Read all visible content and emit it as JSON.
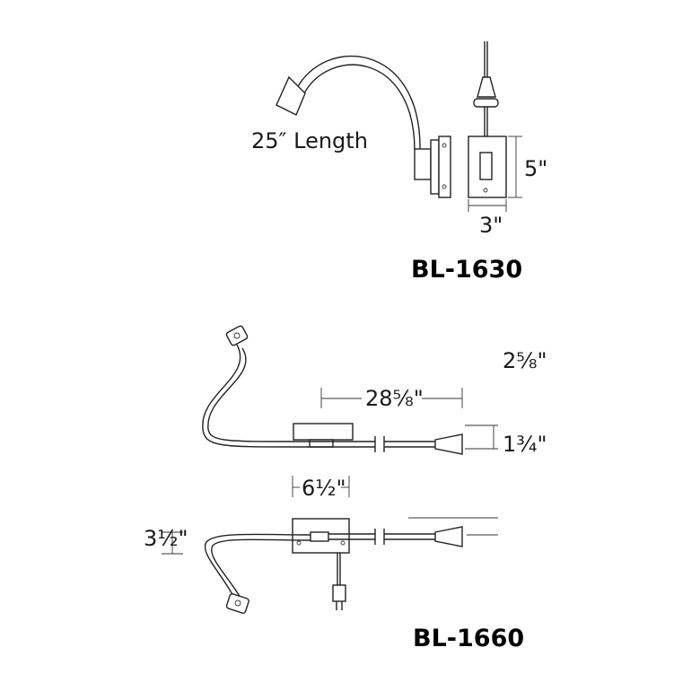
{
  "top_product": {
    "length_label": "25″ Length",
    "height_label": "5\"",
    "width_label": "3\"",
    "model": "BL-1630"
  },
  "bottom_product": {
    "depth_label": "2⅝\"",
    "length_label": "28⅝\"",
    "tip_height_label": "1¾\"",
    "plate_width_label": "6½\"",
    "plate_height_label": "3½\"",
    "model": "BL-1660"
  }
}
